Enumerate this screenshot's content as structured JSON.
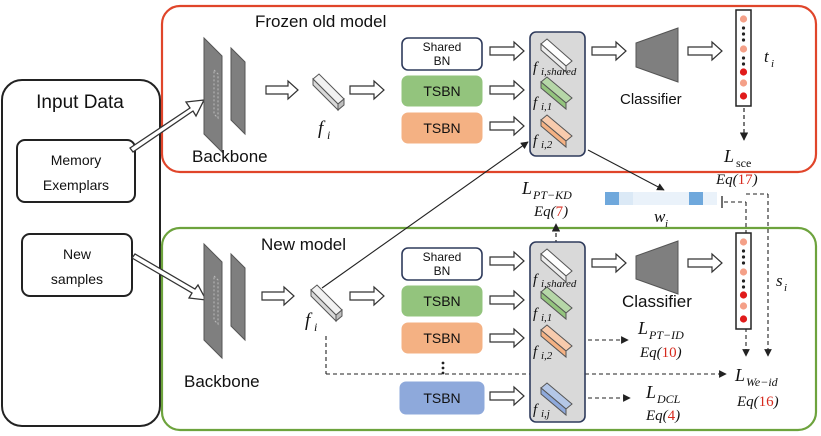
{
  "input_panel": {
    "title": "Input Data",
    "memory_line1": "Memory",
    "memory_line2": "Exemplars",
    "new_line1": "New",
    "new_line2": "samples"
  },
  "old_model": {
    "title": "Frozen old model",
    "backbone": "Backbone",
    "feature": "f",
    "feature_sub": "i",
    "shared_bn_line1": "Shared",
    "shared_bn_line2": "BN",
    "tsbn1": "TSBN",
    "tsbn2": "TSBN",
    "f_shared": "f",
    "f_shared_sub": "i,shared",
    "f1": "f",
    "f1_sub": "i,1",
    "f2": "f",
    "f2_sub": "i,2",
    "classifier": "Classifier",
    "logits_label": "t",
    "logits_sub": "i"
  },
  "new_model": {
    "title": "New model",
    "backbone": "Backbone",
    "feature": "f",
    "feature_sub": "i",
    "shared_bn_line1": "Shared",
    "shared_bn_line2": "BN",
    "tsbn1": "TSBN",
    "tsbn2": "TSBN",
    "tsbn_j": "TSBN",
    "f_shared": "f",
    "f_shared_sub": "i,shared",
    "f1": "f",
    "f1_sub": "i,1",
    "f2": "f",
    "f2_sub": "i,2",
    "fj": "f",
    "fj_sub": "i,j",
    "classifier": "Classifier",
    "logits_label": "s",
    "logits_sub": "i"
  },
  "losses": {
    "sce": "L",
    "sce_sub": "sce",
    "sce_eq_pre": "Eq(",
    "sce_eq_num": "17",
    "sce_eq_post": ")",
    "ptkd": "L",
    "ptkd_sub": "PT−KD",
    "ptkd_eq_pre": "Eq(",
    "ptkd_eq_num": "7",
    "ptkd_eq_post": ")",
    "weight": "w",
    "weight_sub": "i",
    "ptid": "L",
    "ptid_sub": "PT−ID",
    "ptid_eq_pre": "Eq(",
    "ptid_eq_num": "10",
    "ptid_eq_post": ")",
    "dcl": "L",
    "dcl_sub": "DCL",
    "dcl_eq_pre": "Eq(",
    "dcl_eq_num": "4",
    "dcl_eq_post": ")",
    "weid": "L",
    "weid_sub": "We−id",
    "weid_eq_pre": "Eq(",
    "weid_eq_num": "16",
    "weid_eq_post": ")"
  },
  "colors": {
    "old_frame": "#e0452a",
    "new_frame": "#6da33d",
    "tsbn_green": "#93c47d",
    "tsbn_orange": "#f4b183",
    "tsbn_blue": "#8ea9db",
    "feature_panel": "#d9d9d9",
    "logit_red": "#e01b1b",
    "logit_salmon": "#f4a088"
  }
}
